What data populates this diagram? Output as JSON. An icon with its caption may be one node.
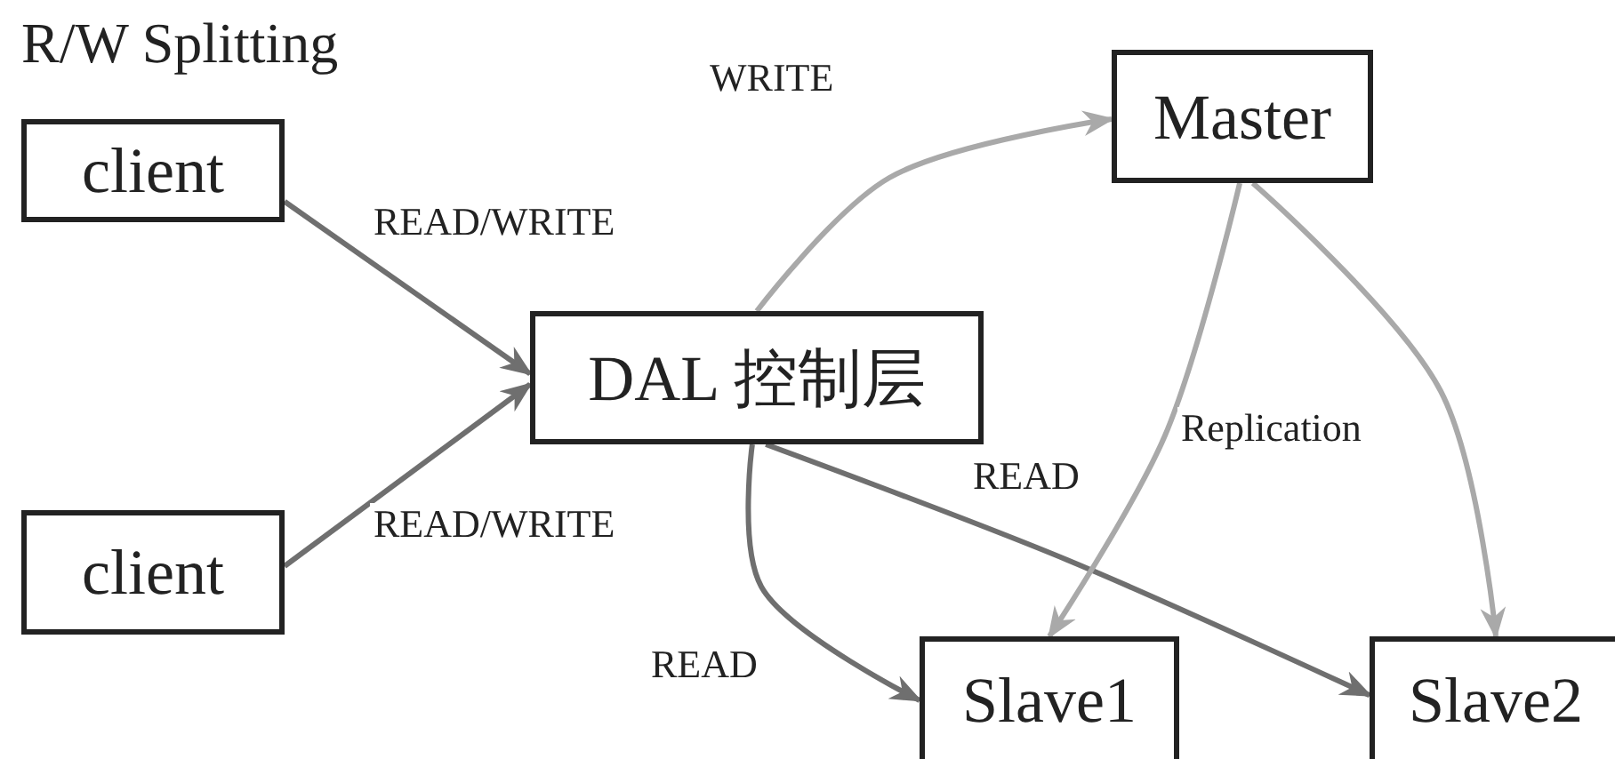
{
  "diagram": {
    "title": "R/W Splitting",
    "nodes": [
      {
        "text": [
          "client"
        ]
      },
      {
        "text": [
          "client"
        ]
      },
      {
        "text": [
          "DAL 控制层"
        ]
      },
      {
        "text": [
          "Master"
        ]
      },
      {
        "text": [
          "Slave1"
        ]
      },
      {
        "text": [
          "Slave2"
        ]
      }
    ],
    "edges": [
      {
        "from": 0,
        "to": 2,
        "arrow": "to",
        "label": "READ/WRITE"
      },
      {
        "from": 1,
        "to": 2,
        "arrow": "to",
        "label": "READ/WRITE"
      },
      {
        "from": 2,
        "to": 3,
        "arrow": "to",
        "label": "WRITE",
        "color": "#a9a9a9"
      },
      {
        "from": 2,
        "to": 4,
        "arrow": "to",
        "label": "READ"
      },
      {
        "from": 2,
        "to": 5,
        "arrow": "to",
        "label": "READ"
      },
      {
        "from": 3,
        "to": 4,
        "arrow": "to",
        "label": "Replication",
        "color": "#a9a9a9"
      },
      {
        "from": 3,
        "to": 5,
        "arrow": "to",
        "color": "#a9a9a9"
      }
    ]
  }
}
